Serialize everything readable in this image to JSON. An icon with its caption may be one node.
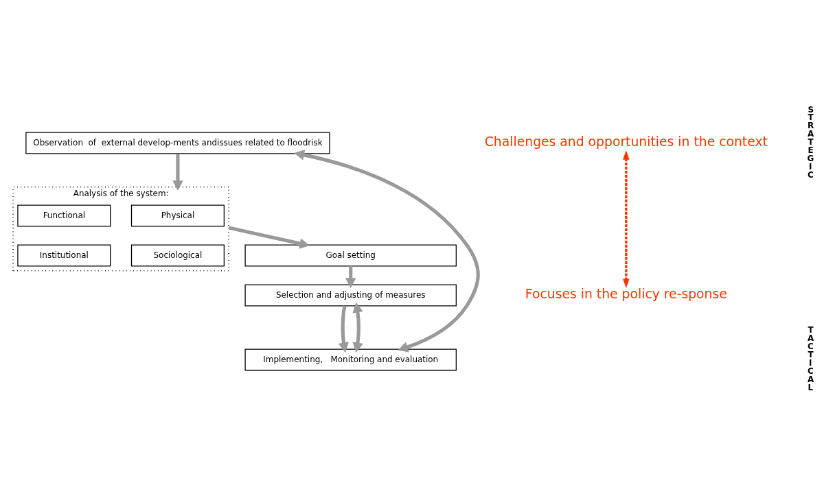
{
  "diagram": {
    "nodes": [
      {
        "text": [
          "Observation  of  external develop-ments andissues related to floodrisk"
        ]
      },
      {
        "text": [
          "Analysis of the system:"
        ]
      },
      {
        "text": [
          "Physical"
        ],
        "in": 1
      },
      {
        "text": [
          "Functional"
        ],
        "in": 1
      },
      {
        "text": [
          "Sociological"
        ],
        "in": 1
      },
      {
        "text": [
          "Institutional"
        ],
        "in": 1
      },
      {
        "text": [
          "Goal setting"
        ]
      },
      {
        "text": [
          "Selection and adjusting of measures"
        ]
      },
      {
        "text": [
          "Implementing,   Monitoring and evaluation"
        ]
      },
      {
        "text": [
          "Challenges and opportunities in the context"
        ]
      },
      {
        "text": [
          "Focuses in the policy re-sponse"
        ]
      }
    ],
    "edges": [
      {
        "from": 0,
        "to": 1,
        "arrow": "to"
      },
      {
        "from": 1,
        "to": 6,
        "arrow": "to"
      },
      {
        "from": 6,
        "to": 7,
        "arrow": "to"
      },
      {
        "from": 7,
        "to": 8,
        "arrow": "to"
      },
      {
        "from": 8,
        "to": 7,
        "arrow": "both"
      },
      {
        "from": 8,
        "to": 0,
        "arrow": "both"
      },
      {
        "from": 9,
        "to": 10,
        "arrow": "both",
        "style": "dashed",
        "color": "#ff3300"
      }
    ],
    "labels": [
      "STRATEGIC",
      "TACTICAL"
    ]
  }
}
